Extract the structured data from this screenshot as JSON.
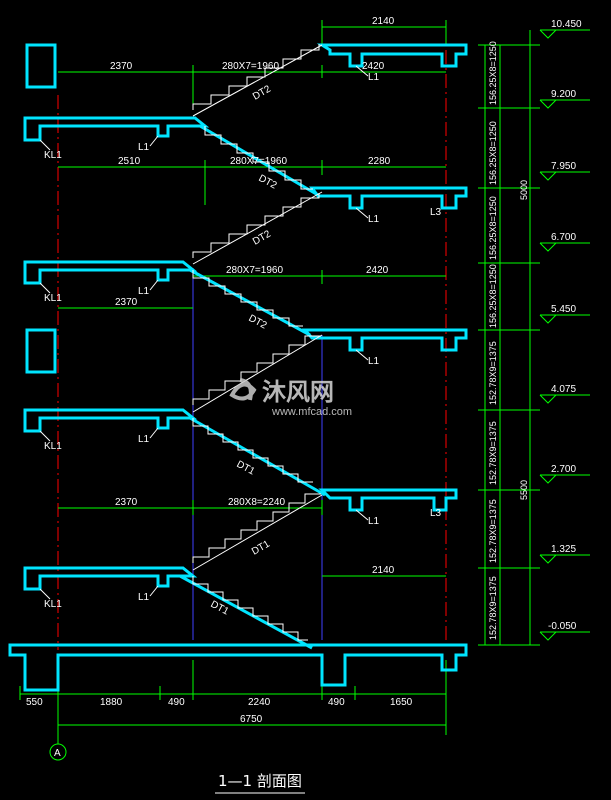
{
  "drawing": {
    "title": "1—1 剖面图",
    "axis_label": "A",
    "colors": {
      "background": "#000000",
      "structure": "#00e5ff",
      "dimension": "#00ff00",
      "centerline": "#ff0000",
      "grid": "#4040ff",
      "text": "#ffffff"
    },
    "elevations": [
      "10.450",
      "9.200",
      "7.950",
      "6.700",
      "5.450",
      "4.075",
      "2.700",
      "1.325",
      "-0.050"
    ],
    "vertical_dims": [
      "156.25X8=1250",
      "156.25X8=1250",
      "156.25X8=1250",
      "156.25X8=1250",
      "152.78X9=1375",
      "152.78X9=1375",
      "152.78X9=1375",
      "152.78X9=1375"
    ],
    "height_totals": [
      "5000",
      "5500"
    ],
    "bottom_dims": [
      "550",
      "1880",
      "490",
      "2240",
      "490",
      "1650"
    ],
    "total_width": "6750",
    "horizontal_dims": {
      "top_2140": "2140",
      "d2370_a": "2370",
      "d1960_a": "280X7=1960",
      "d2420_a": "2420",
      "d2510": "2510",
      "d1960_b": "280X7=1960",
      "d2280": "2280",
      "d1960_c": "280X7=1960",
      "d2420_b": "2420",
      "d2370_b": "2370",
      "d2370_c": "2370",
      "d2240": "280X8=2240",
      "d2140_b": "2140"
    },
    "labels": {
      "kl1": "KL1",
      "l1": "L1",
      "l3": "L3",
      "dt2": "DT2",
      "dt1": "DT1"
    },
    "watermark": {
      "brand": "沐风网",
      "url": "www.mfcad.com"
    }
  }
}
